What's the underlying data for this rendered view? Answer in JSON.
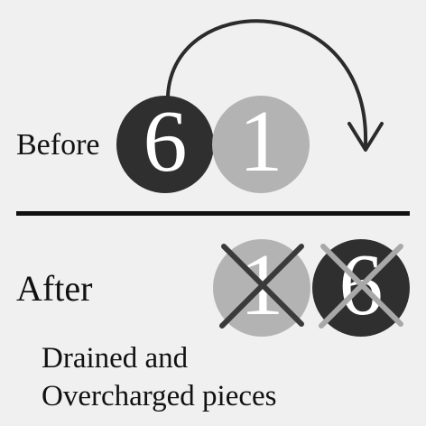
{
  "labels": {
    "before": "Before",
    "after": "After",
    "caption_line1": "Drained and",
    "caption_line2": "Overcharged pieces"
  },
  "before_pieces": [
    {
      "value": "6",
      "color": "#2f2f2f"
    },
    {
      "value": "1",
      "color": "#b3b3b3"
    }
  ],
  "after_pieces": [
    {
      "value": "1",
      "color": "#b3b3b3",
      "cross_color": "#3a3a3a",
      "crossed": true
    },
    {
      "value": "6",
      "color": "#2f2f2f",
      "cross_color": "#a8a8a8",
      "crossed": true
    }
  ],
  "colors": {
    "background": "#f0f0f0",
    "line": "#111111",
    "arrow": "#2b2b2b"
  }
}
